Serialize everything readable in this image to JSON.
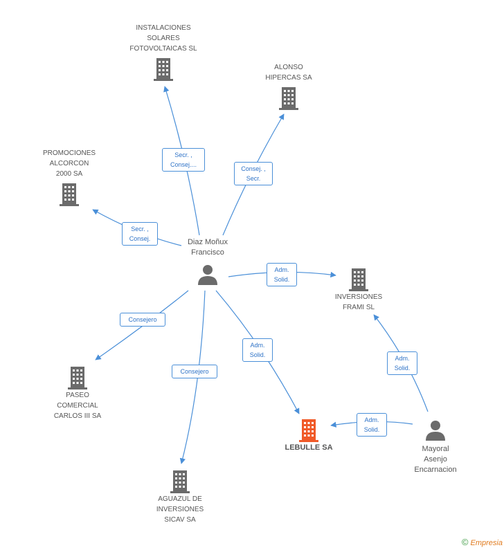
{
  "colors": {
    "edge": "#4a8fd8",
    "company_icon": "#6b6b6b",
    "focus_icon": "#f05a28",
    "person_icon": "#6b6b6b"
  },
  "nodes": {
    "instalaciones": {
      "label": "INSTALACIONES\nSOLARES\nFOTOVOLTAICAS SL",
      "icon": "building-icon"
    },
    "alonso": {
      "label": "ALONSO\nHIPERCAS SA",
      "icon": "building-icon"
    },
    "promociones": {
      "label": "PROMOCIONES\nALCORCON\n2000 SA",
      "icon": "building-icon"
    },
    "diaz": {
      "label": "Diaz Moñux\nFrancisco",
      "icon": "person-icon"
    },
    "inversiones_frami": {
      "label": "INVERSIONES\nFRAMI SL",
      "icon": "building-icon"
    },
    "paseo": {
      "label": "PASEO\nCOMERCIAL\nCARLOS III SA",
      "icon": "building-icon"
    },
    "lebulle": {
      "label": "LEBULLE SA",
      "icon": "building-icon"
    },
    "mayoral": {
      "label": "Mayoral\nAsenjo\nEncarnacion",
      "icon": "person-icon"
    },
    "aguazul": {
      "label": "AGUAZUL DE\nINVERSIONES\nSICAV SA",
      "icon": "building-icon"
    }
  },
  "edges": {
    "diaz_instalaciones": "Secr. ,\nConsej....",
    "diaz_alonso": "Consej. ,\nSecr.",
    "diaz_promociones": "Secr. ,\nConsej.",
    "diaz_frami": "Adm.\nSolid.",
    "diaz_paseo": "Consejero",
    "diaz_aguazul": "Consejero",
    "diaz_lebulle": "Adm.\nSolid.",
    "mayoral_frami": "Adm.\nSolid.",
    "mayoral_lebulle": "Adm.\nSolid."
  },
  "footer": {
    "copyright": "©",
    "brand": "Empresia"
  }
}
